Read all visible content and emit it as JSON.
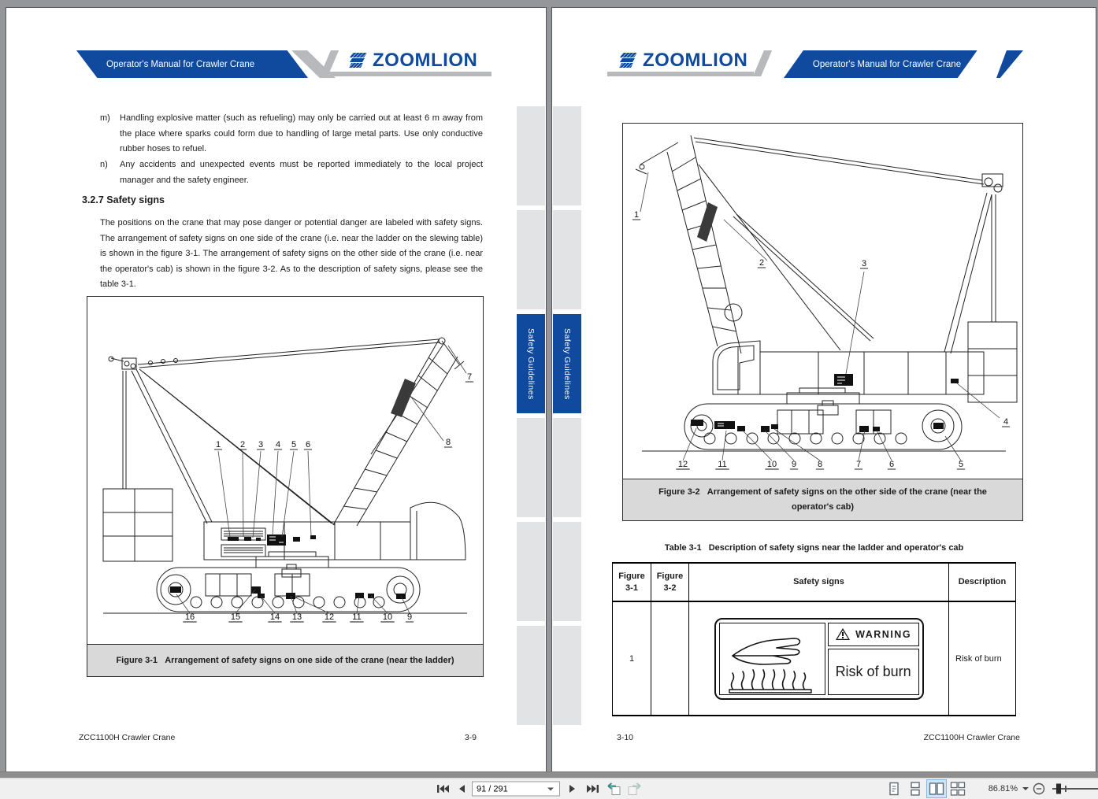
{
  "sidebar_tabs": {
    "label": "Safety Guidelines",
    "count": 6,
    "active_index": 2
  },
  "left_page": {
    "header": {
      "title": "Operator's Manual for Crawler Crane",
      "brand": "ZOOMLION"
    },
    "list_items": [
      {
        "label": "m)",
        "text": "Handling explosive matter (such as refueling) may only be carried out at least 6 m away from the place where sparks could form due to handling of large metal parts. Use only conductive rubber hoses to refuel."
      },
      {
        "label": "n)",
        "text": "Any accidents and unexpected events must be reported immediately to the local project manager and the safety engineer."
      }
    ],
    "section_heading": "3.2.7 Safety signs",
    "paragraph": "The positions on the crane that may pose danger or potential danger are labeled with safety signs. The arrangement of safety signs on one side of the crane (i.e. near the ladder on the slewing table) is shown in the figure 3-1. The arrangement of safety signs on the other side of the crane (i.e. near the operator's cab) is shown in the figure 3-2. As to the description of safety signs, please see the table 3-1.",
    "figure": {
      "caption": "Figure 3-1   Arrangement of safety signs on one side of the crane (near the ladder)",
      "callouts": [
        "1",
        "2",
        "3",
        "4",
        "5",
        "6",
        "7",
        "8",
        "16",
        "15",
        "14",
        "13",
        "12",
        "11",
        "10",
        "9"
      ]
    },
    "footer": {
      "left": "ZCC1100H Crawler Crane",
      "right": "3-9"
    }
  },
  "right_page": {
    "header": {
      "title": "Operator's Manual for Crawler Crane",
      "brand": "ZOOMLION"
    },
    "figure": {
      "caption": "Figure 3-2   Arrangement of safety signs on the other side of the crane (near the operator's cab)",
      "callouts": [
        "1",
        "2",
        "3",
        "4",
        "12",
        "11",
        "10",
        "9",
        "8",
        "7",
        "6",
        "5"
      ]
    },
    "table": {
      "title": "Table 3-1   Description of safety signs near the ladder and operator's cab",
      "col_headers": [
        {
          "line1": "Figure",
          "line2": "3-1"
        },
        {
          "line1": "Figure",
          "line2": "3-2"
        },
        {
          "line1": "Safety signs"
        },
        {
          "line1": "Description"
        }
      ],
      "rows": [
        {
          "figure_3_1": "1",
          "figure_3_2": "",
          "sign_warning": "WARNING",
          "sign_text": "Risk of burn",
          "description": "Risk of burn"
        }
      ]
    },
    "footer": {
      "left": "3-10",
      "right": "ZCC1100H Crawler Crane"
    }
  },
  "toolbar": {
    "page_indicator": "91 / 291",
    "zoom_level": "86.81%",
    "icons": [
      "first-page",
      "previous-page",
      "next-page",
      "last-page",
      "previous-view",
      "next-view",
      "single-page-view",
      "continuous-view",
      "two-page-view",
      "two-page-continuous-view",
      "zoom-out",
      "zoom-slider"
    ],
    "active_view_mode": "two-page-view"
  },
  "colors": {
    "brand_blue": "#0F4A9E",
    "tab_gray": "#e2e3e5",
    "caption_gray": "#d9d9d9",
    "selected_view_bg": "#cde6f7"
  }
}
